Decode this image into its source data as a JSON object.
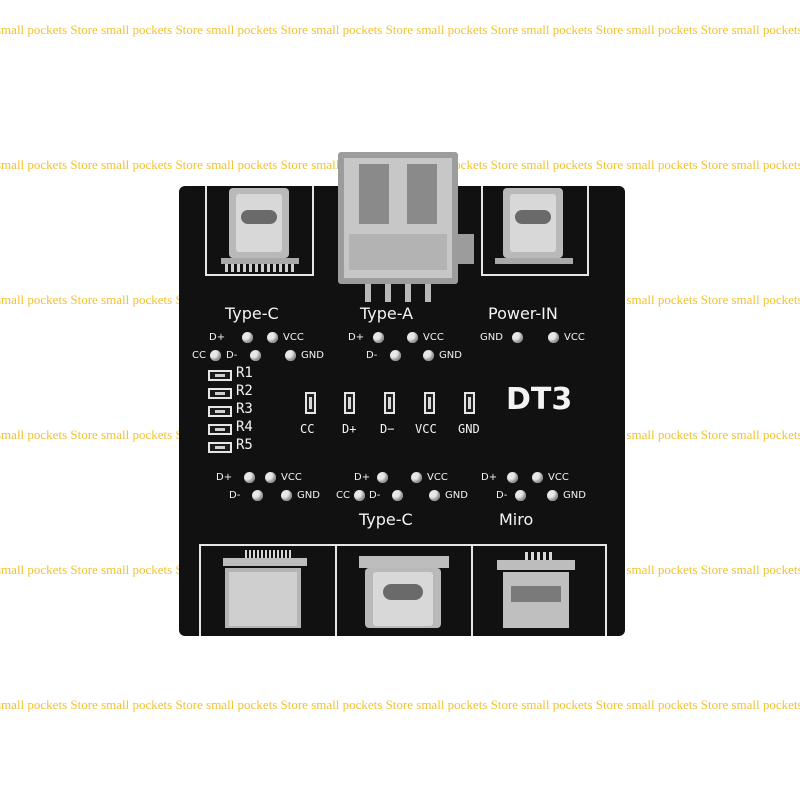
{
  "watermark": {
    "text": "small pockets Store",
    "color": "#f2c230"
  },
  "board": {
    "color": "#111111",
    "silkscreen_color": "#f4f4f4",
    "top_ports": {
      "left": "Type-C",
      "center": "Type-A",
      "right": "Power-IN"
    },
    "top_left_pins": {
      "dplus": "D+",
      "vcc": "VCC",
      "cc": "CC",
      "dminus": "D-",
      "gnd": "GND"
    },
    "top_center_pins": {
      "dplus": "D+",
      "vcc": "VCC",
      "dminus": "D-",
      "gnd": "GND"
    },
    "top_right_pins": {
      "gnd": "GND",
      "vcc": "VCC"
    },
    "resistors": [
      "R1",
      "R2",
      "R3",
      "R4",
      "R5"
    ],
    "title": "DT3",
    "leds": [
      "CC",
      "D+",
      "D−",
      "VCC",
      "GND"
    ],
    "bottom_left_pins": {
      "dplus": "D+",
      "vcc": "VCC",
      "dminus": "D-",
      "gnd": "GND"
    },
    "bottom_center_pins": {
      "dplus": "D+",
      "vcc": "VCC",
      "cc": "CC",
      "dminus": "D-",
      "gnd": "GND"
    },
    "bottom_right_pins": {
      "dplus": "D+",
      "vcc": "VCC",
      "dminus": "D-",
      "gnd": "GND"
    },
    "bottom_labels": {
      "center": "Type-C",
      "right": "Miro"
    }
  }
}
